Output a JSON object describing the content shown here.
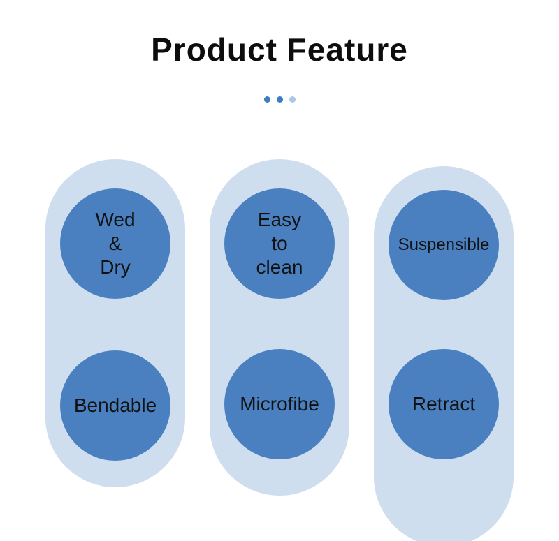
{
  "page": {
    "title": "Product Feature"
  },
  "dots": [
    {
      "name": "dot-1",
      "color": "#3d7ebf"
    },
    {
      "name": "dot-2",
      "color": "#3d7ebf"
    },
    {
      "name": "dot-3",
      "color": "#a9c8e8"
    }
  ],
  "colors": {
    "pill_background": "#cfdeef",
    "circle_background": "#4a80c0",
    "circle_text": "#111111"
  },
  "features": [
    {
      "top": {
        "lines": [
          "Wed",
          "&",
          "Dry"
        ]
      },
      "bottom": {
        "lines": [
          "Bendable"
        ]
      }
    },
    {
      "top": {
        "lines": [
          "Easy",
          "to",
          "clean"
        ]
      },
      "bottom": {
        "lines": [
          "Microfibe"
        ]
      }
    },
    {
      "top": {
        "lines": [
          "Suspensible"
        ]
      },
      "bottom": {
        "lines": [
          "Retract"
        ]
      }
    }
  ]
}
